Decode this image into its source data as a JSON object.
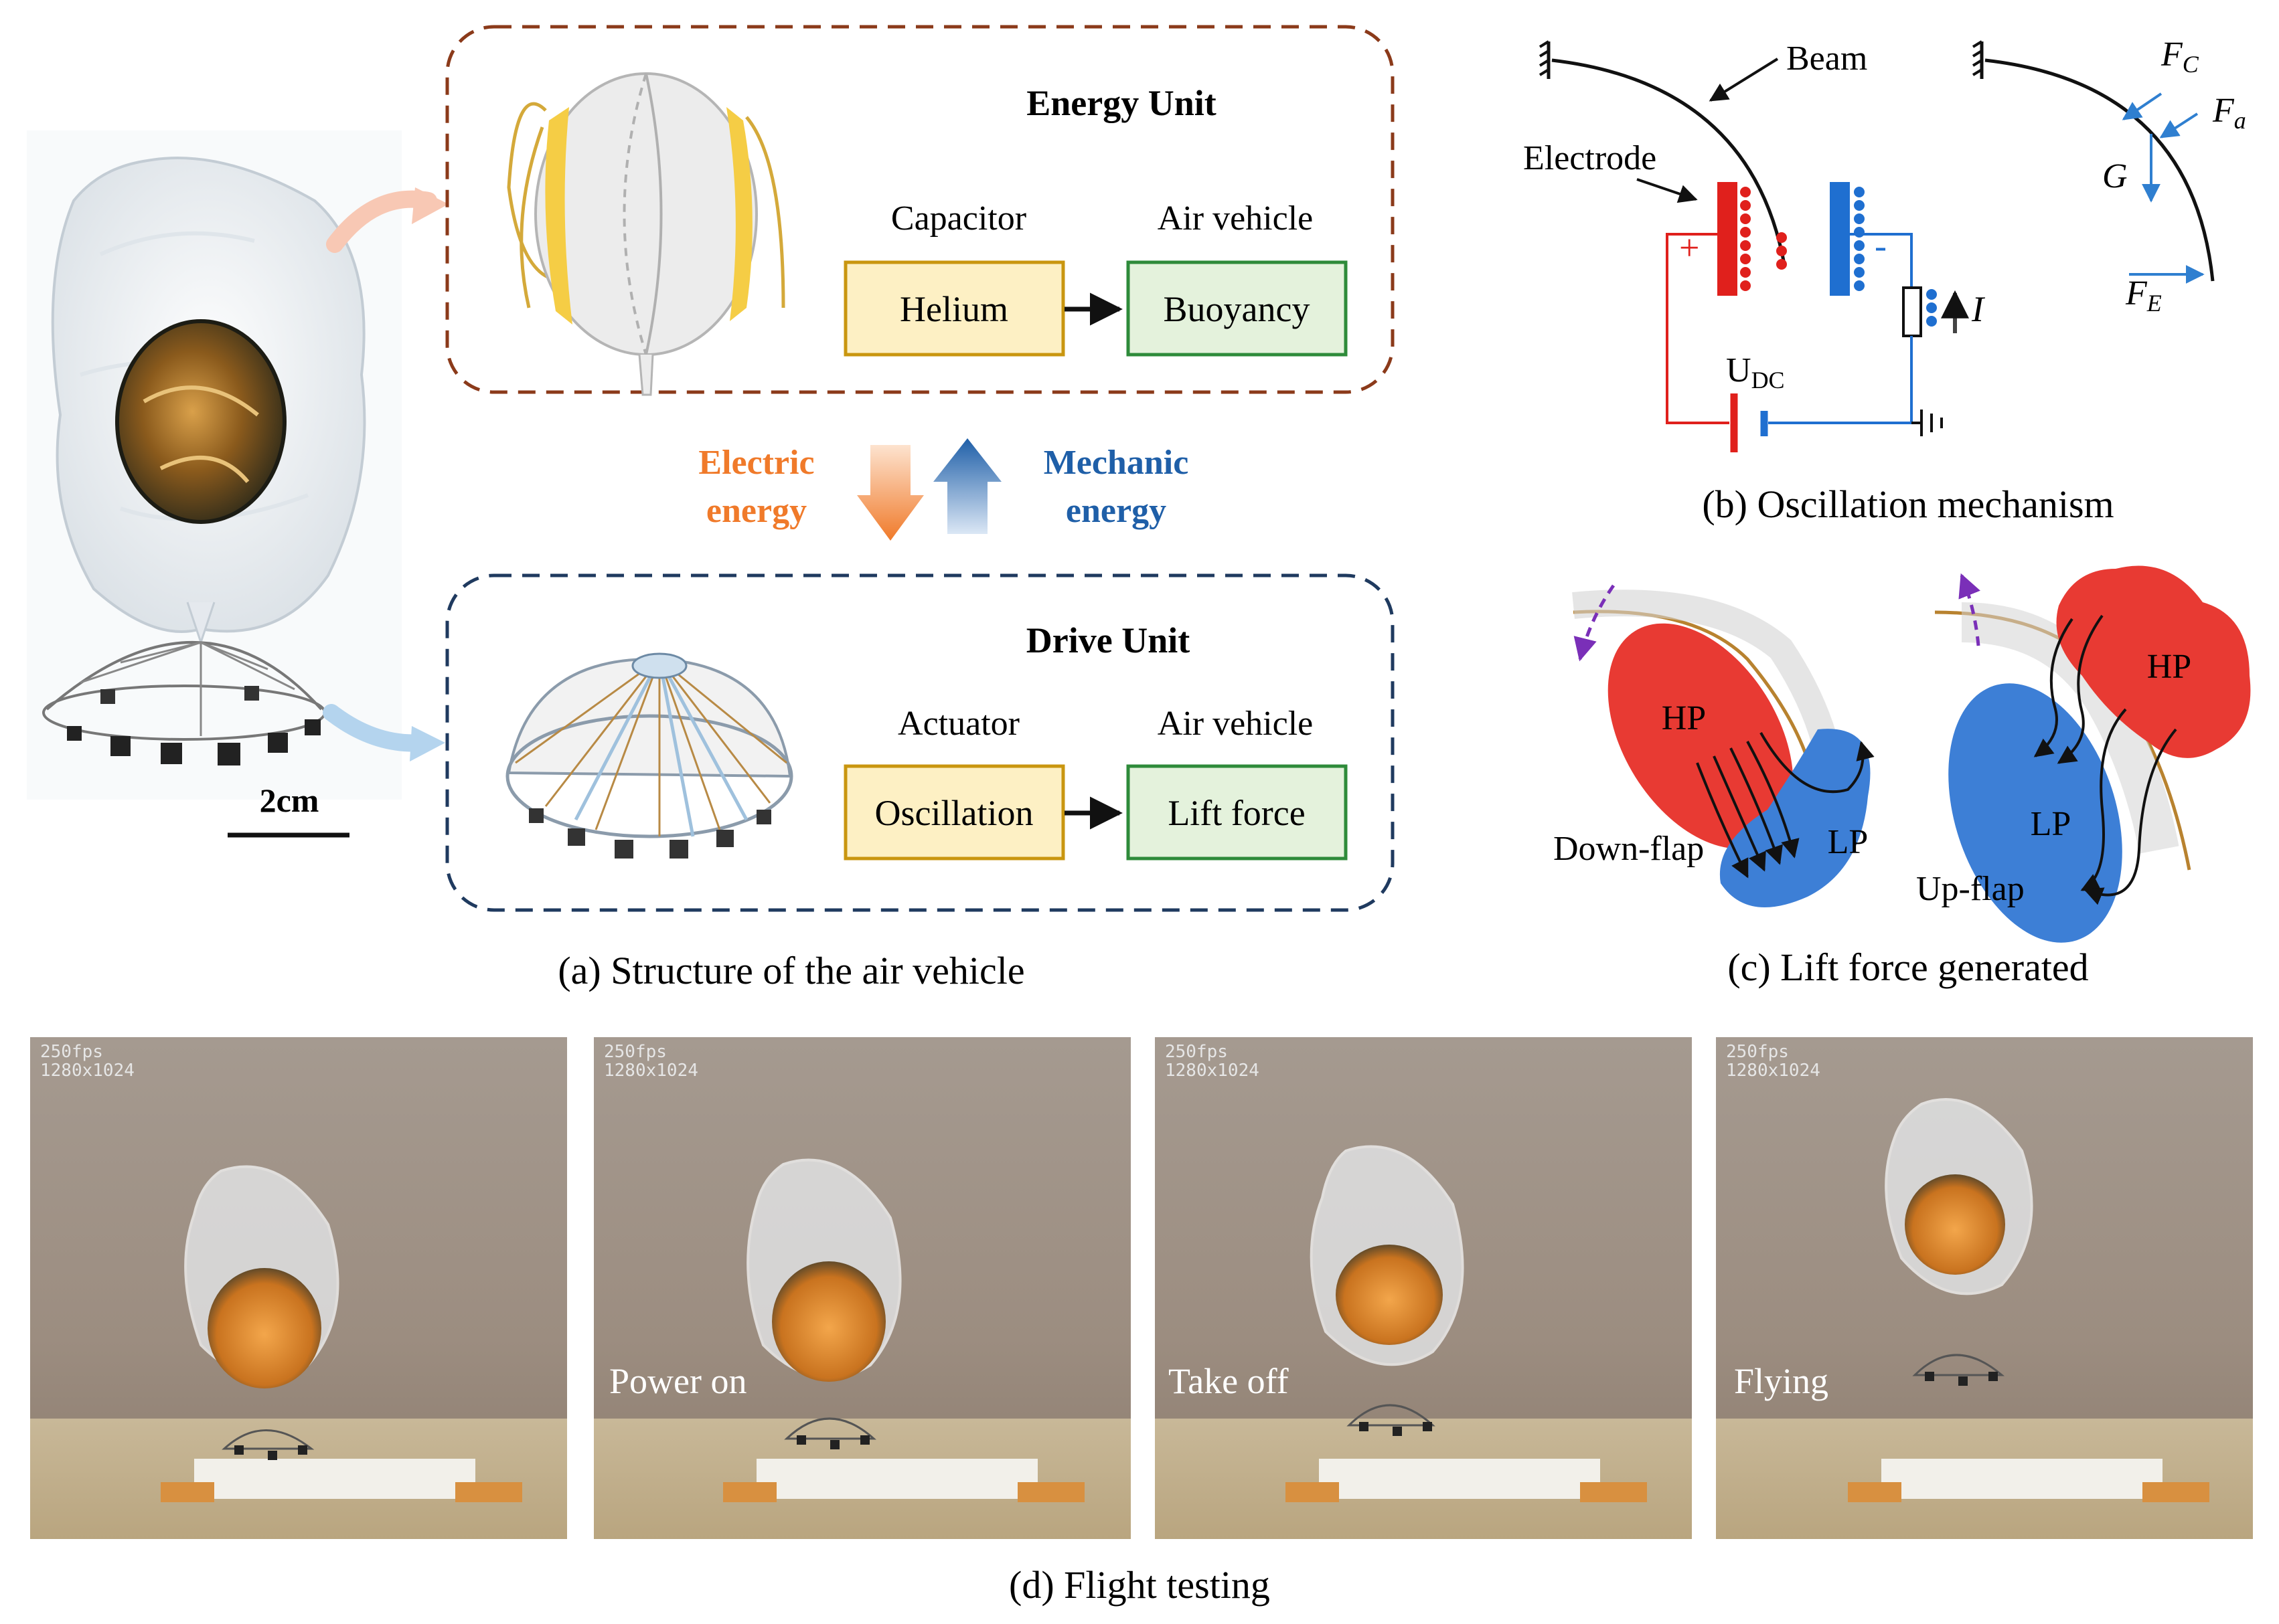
{
  "panel_a": {
    "caption": "(a)  Structure of the air vehicle",
    "scale_bar": "2cm",
    "energy_unit": {
      "title": "Energy Unit",
      "col1_header": "Capacitor",
      "col2_header": "Air vehicle",
      "box1": "Helium",
      "box2": "Buoyancy"
    },
    "drive_unit": {
      "title": "Drive Unit",
      "col1_header": "Actuator",
      "col2_header": "Air vehicle",
      "box1": "Oscillation",
      "box2": "Lift force"
    },
    "electric_energy": [
      "Electric",
      "energy"
    ],
    "mechanic_energy": [
      "Mechanic",
      "energy"
    ]
  },
  "panel_b": {
    "caption": "(b)  Oscillation mechanism",
    "beam": "Beam",
    "electrode": "Electrode",
    "plus": "+",
    "minus": "-",
    "current": "I",
    "voltage": "U",
    "voltage_sub": "DC",
    "force_c": "F",
    "force_c_sub": "C",
    "force_a": "F",
    "force_a_sub": "a",
    "gravity": "G",
    "force_e": "F",
    "force_e_sub": "E"
  },
  "panel_c": {
    "caption": "(c)  Lift force generated",
    "hp_left": "HP",
    "lp_left": "LP",
    "down_flap": "Down-flap",
    "hp_right": "HP",
    "lp_right": "LP",
    "up_flap": "Up-flap"
  },
  "panel_d": {
    "caption": "(d)  Flight testing",
    "frames": [
      {
        "overlay": "",
        "fps": "250fps",
        "res": "1280x1024"
      },
      {
        "overlay": "Power on",
        "fps": "250fps",
        "res": "1280x1024"
      },
      {
        "overlay": "Take off",
        "fps": "250fps",
        "res": "1280x1024"
      },
      {
        "overlay": "Flying",
        "fps": "250fps",
        "res": "1280x1024"
      }
    ]
  },
  "colors": {
    "energy_border": "#8b3a1a",
    "drive_border": "#1f3a5f",
    "yellow_box": "#fdf0c4",
    "yellow_border": "#c9960f",
    "green_box": "#e4f2dc",
    "green_border": "#2e8b3a",
    "electric_orange": "#f07a2a",
    "mechanic_blue": "#1f5fa8",
    "electrode_red": "#e0201c",
    "electrode_blue": "#1f6fd0",
    "hp_red": "#e83a33",
    "lp_blue": "#3d7fd6",
    "flap_purple": "#7a2fb8"
  }
}
